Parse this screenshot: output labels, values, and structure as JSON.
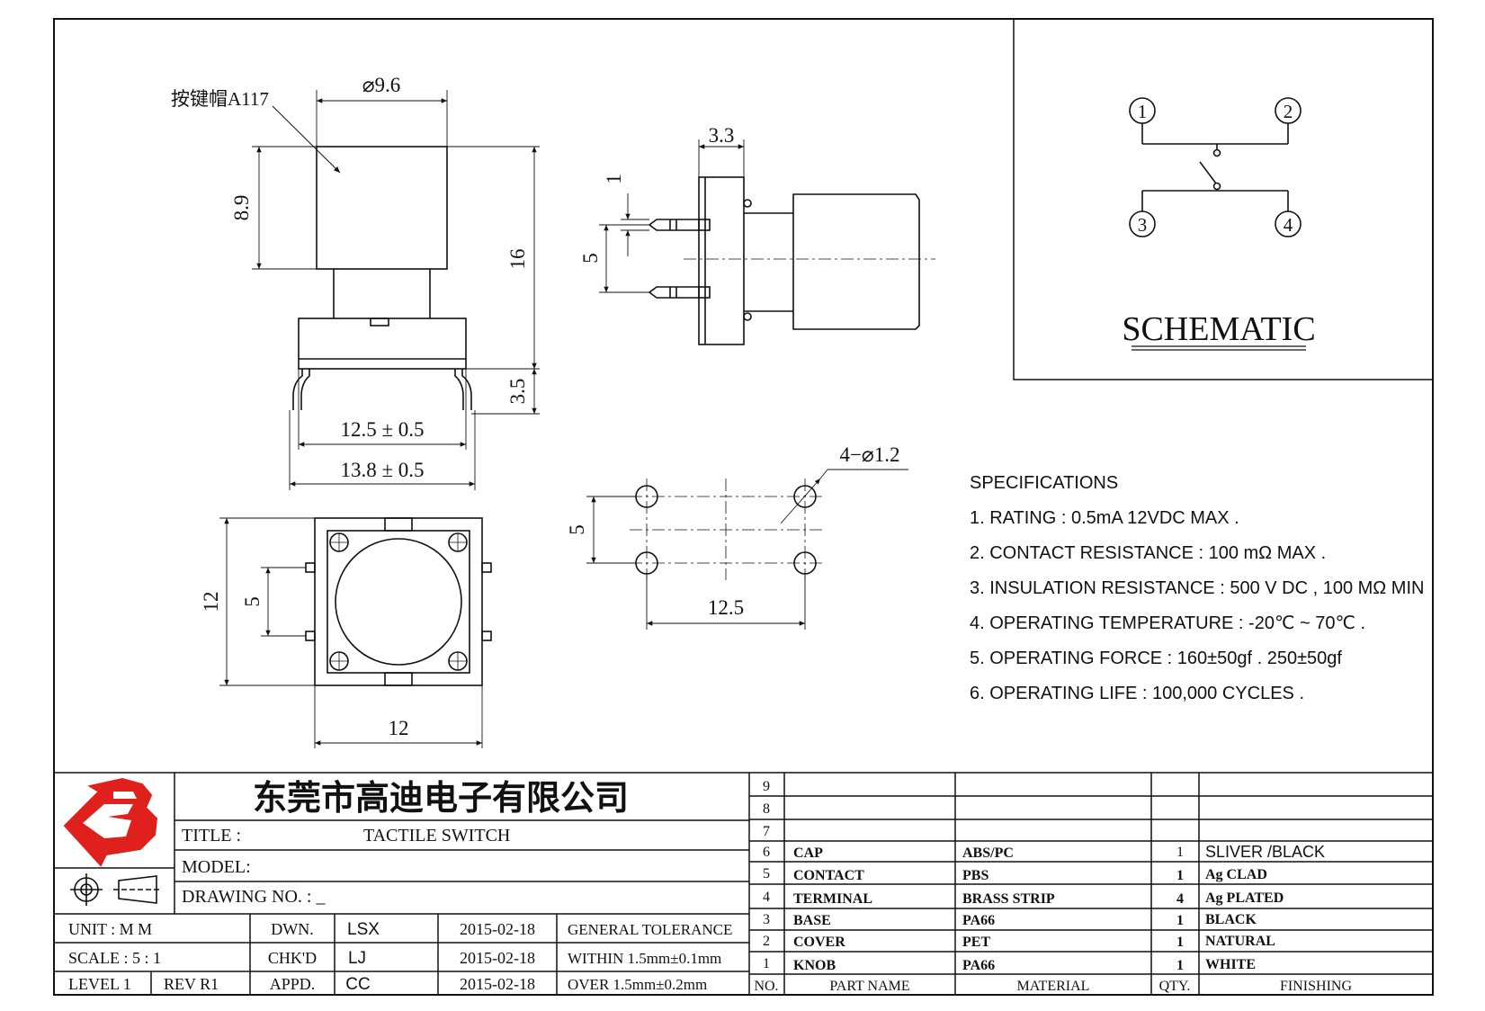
{
  "drawing": {
    "keycap_label": "按键帽A117",
    "dims": {
      "cap_diameter": "⌀9.6",
      "cap_height": "8.9",
      "total_height": "16",
      "leg_length": "3.5",
      "body_width": "12.5 ± 0.5",
      "pin_span": "13.8 ± 0.5",
      "side_width": "3.3",
      "side_1": "1",
      "side_5": "5",
      "top_12_v": "12",
      "top_5": "5",
      "top_12_h": "12",
      "holes": "4−⌀1.2",
      "hole_v_5": "5",
      "hole_h_12_5": "12.5"
    }
  },
  "schematic": {
    "title": "SCHEMATIC",
    "pins": [
      "1",
      "2",
      "3",
      "4"
    ]
  },
  "specs": {
    "heading": "SPECIFICATIONS",
    "items": [
      "1. RATING : 0.5mA 12VDC MAX .",
      "2. CONTACT RESISTANCE : 100 mΩ MAX .",
      "3. INSULATION RESISTANCE : 500 V DC , 100 MΩ MIN",
      "4. OPERATING TEMPERATURE : -20℃ ~ 70℃ .",
      "5. OPERATING FORCE : 160±50gf . 250±50gf",
      "6. OPERATING LIFE : 100,000 CYCLES ."
    ]
  },
  "title_block": {
    "company": "东莞市高迪电子有限公司",
    "title_label": "TITLE :",
    "title_value": "TACTILE SWITCH",
    "model_label": "MODEL:",
    "drawing_no_label": "DRAWING NO. : _",
    "rows": [
      {
        "a": "UNIT   :   M M",
        "b": "DWN.",
        "c": "LSX",
        "d": "2015-02-18",
        "e": "GENERAL TOLERANCE"
      },
      {
        "a": "SCALE  :  5 : 1",
        "b": "CHK'D",
        "c": "LJ",
        "d": "2015-02-18",
        "e": "WITHIN 1.5mm±0.1mm"
      },
      {
        "a": "LEVEL 1",
        "a2": "REV  R1",
        "b": "APPD.",
        "c": "CC",
        "d": "2015-02-18",
        "e": "OVER   1.5mm±0.2mm"
      }
    ]
  },
  "bom": {
    "headers": {
      "no": "NO.",
      "part": "PART  NAME",
      "material": "MATERIAL",
      "qty": "QTY.",
      "finishing": "FINISHING"
    },
    "rows": [
      {
        "no": "9",
        "part": "",
        "material": "",
        "qty": "",
        "finishing": ""
      },
      {
        "no": "8",
        "part": "",
        "material": "",
        "qty": "",
        "finishing": ""
      },
      {
        "no": "7",
        "part": "",
        "material": "",
        "qty": "",
        "finishing": ""
      },
      {
        "no": "6",
        "part": "CAP",
        "material": "ABS/PC",
        "qty": "1",
        "finishing": "SLIVER /BLACK"
      },
      {
        "no": "5",
        "part": "CONTACT",
        "material": "PBS",
        "qty": "1",
        "finishing": "Ag CLAD"
      },
      {
        "no": "4",
        "part": "TERMINAL",
        "material": "BRASS STRIP",
        "qty": "4",
        "finishing": "Ag PLATED"
      },
      {
        "no": "3",
        "part": "BASE",
        "material": "PA66",
        "qty": "1",
        "finishing": "BLACK"
      },
      {
        "no": "2",
        "part": "COVER",
        "material": "PET",
        "qty": "1",
        "finishing": "NATURAL"
      },
      {
        "no": "1",
        "part": "KNOB",
        "material": "PA66",
        "qty": "1",
        "finishing": "WHITE"
      }
    ]
  },
  "colors": {
    "logo_red": "#e0201c",
    "ink": "#111111"
  }
}
